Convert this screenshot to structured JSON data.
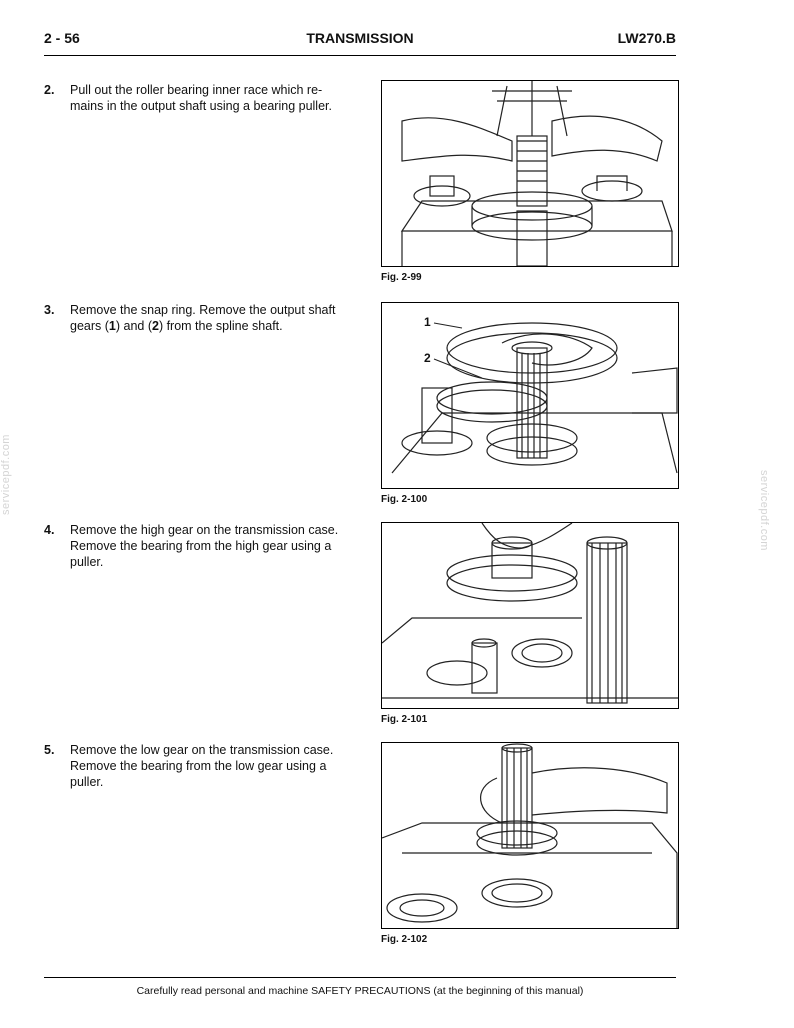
{
  "header": {
    "page": "2 - 56",
    "section": "TRANSMISSION",
    "model": "LW270.B"
  },
  "steps": [
    {
      "num": "2.",
      "text": "Pull out the roller bearing inner race which re-mains in the output shaft using a bearing puller.",
      "caption": "Fig. 2-99"
    },
    {
      "num": "3.",
      "text_a": "Remove the snap ring. Remove the output shaft gears (",
      "ref1": "1",
      "text_b": ") and (",
      "ref2": "2",
      "text_c": ") from the spline shaft.",
      "caption": "Fig. 2-100",
      "callouts": [
        "1",
        "2"
      ]
    },
    {
      "num": "4.",
      "text": "Remove the high gear on the transmission case. Remove the bearing from the high gear using a puller.",
      "caption": "Fig. 2-101"
    },
    {
      "num": "5.",
      "text": "Remove the low gear on the transmission case. Remove the bearing from the low gear using a puller.",
      "caption": "Fig. 2-102"
    }
  ],
  "footer": "Carefully read personal and machine SAFETY PRECAUTIONS (at the beginning of this manual)",
  "watermark": "servicepdf.com"
}
